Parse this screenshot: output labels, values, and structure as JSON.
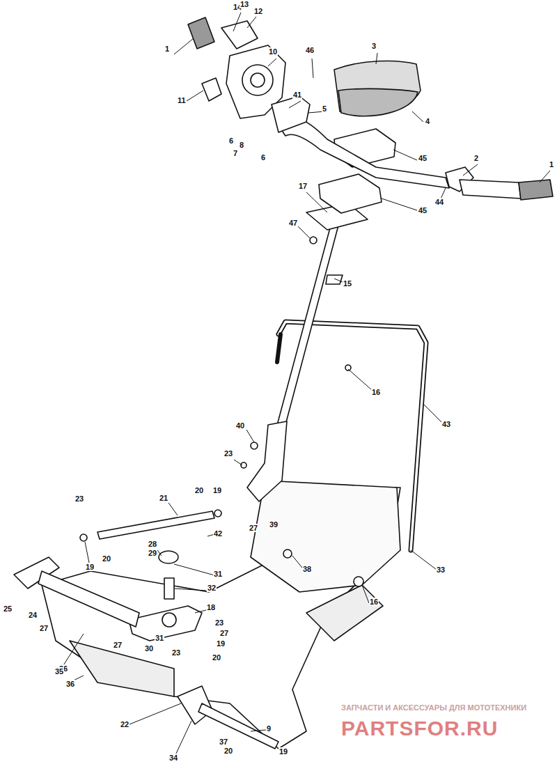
{
  "diagram": {
    "labels": [
      "1",
      "14",
      "13",
      "12",
      "3",
      "10",
      "46",
      "11",
      "41",
      "5",
      "4",
      "6",
      "8",
      "7",
      "6",
      "45",
      "2",
      "1",
      "45",
      "44",
      "17",
      "47",
      "15",
      "16",
      "43",
      "40",
      "23",
      "20",
      "19",
      "21",
      "23",
      "39",
      "27",
      "19",
      "20",
      "28",
      "29",
      "42",
      "31",
      "32",
      "38",
      "33",
      "16",
      "25",
      "24",
      "27",
      "18",
      "23",
      "27",
      "19",
      "31",
      "30",
      "23",
      "27",
      "20",
      "26",
      "35",
      "36",
      "22",
      "9",
      "34",
      "37",
      "20",
      "19",
      "ЗАПЧАСТИ И АКСЕССУАРЫ ДЛЯ МОТОТЕХНИКИ",
      "PARTSFOR.RU"
    ]
  }
}
